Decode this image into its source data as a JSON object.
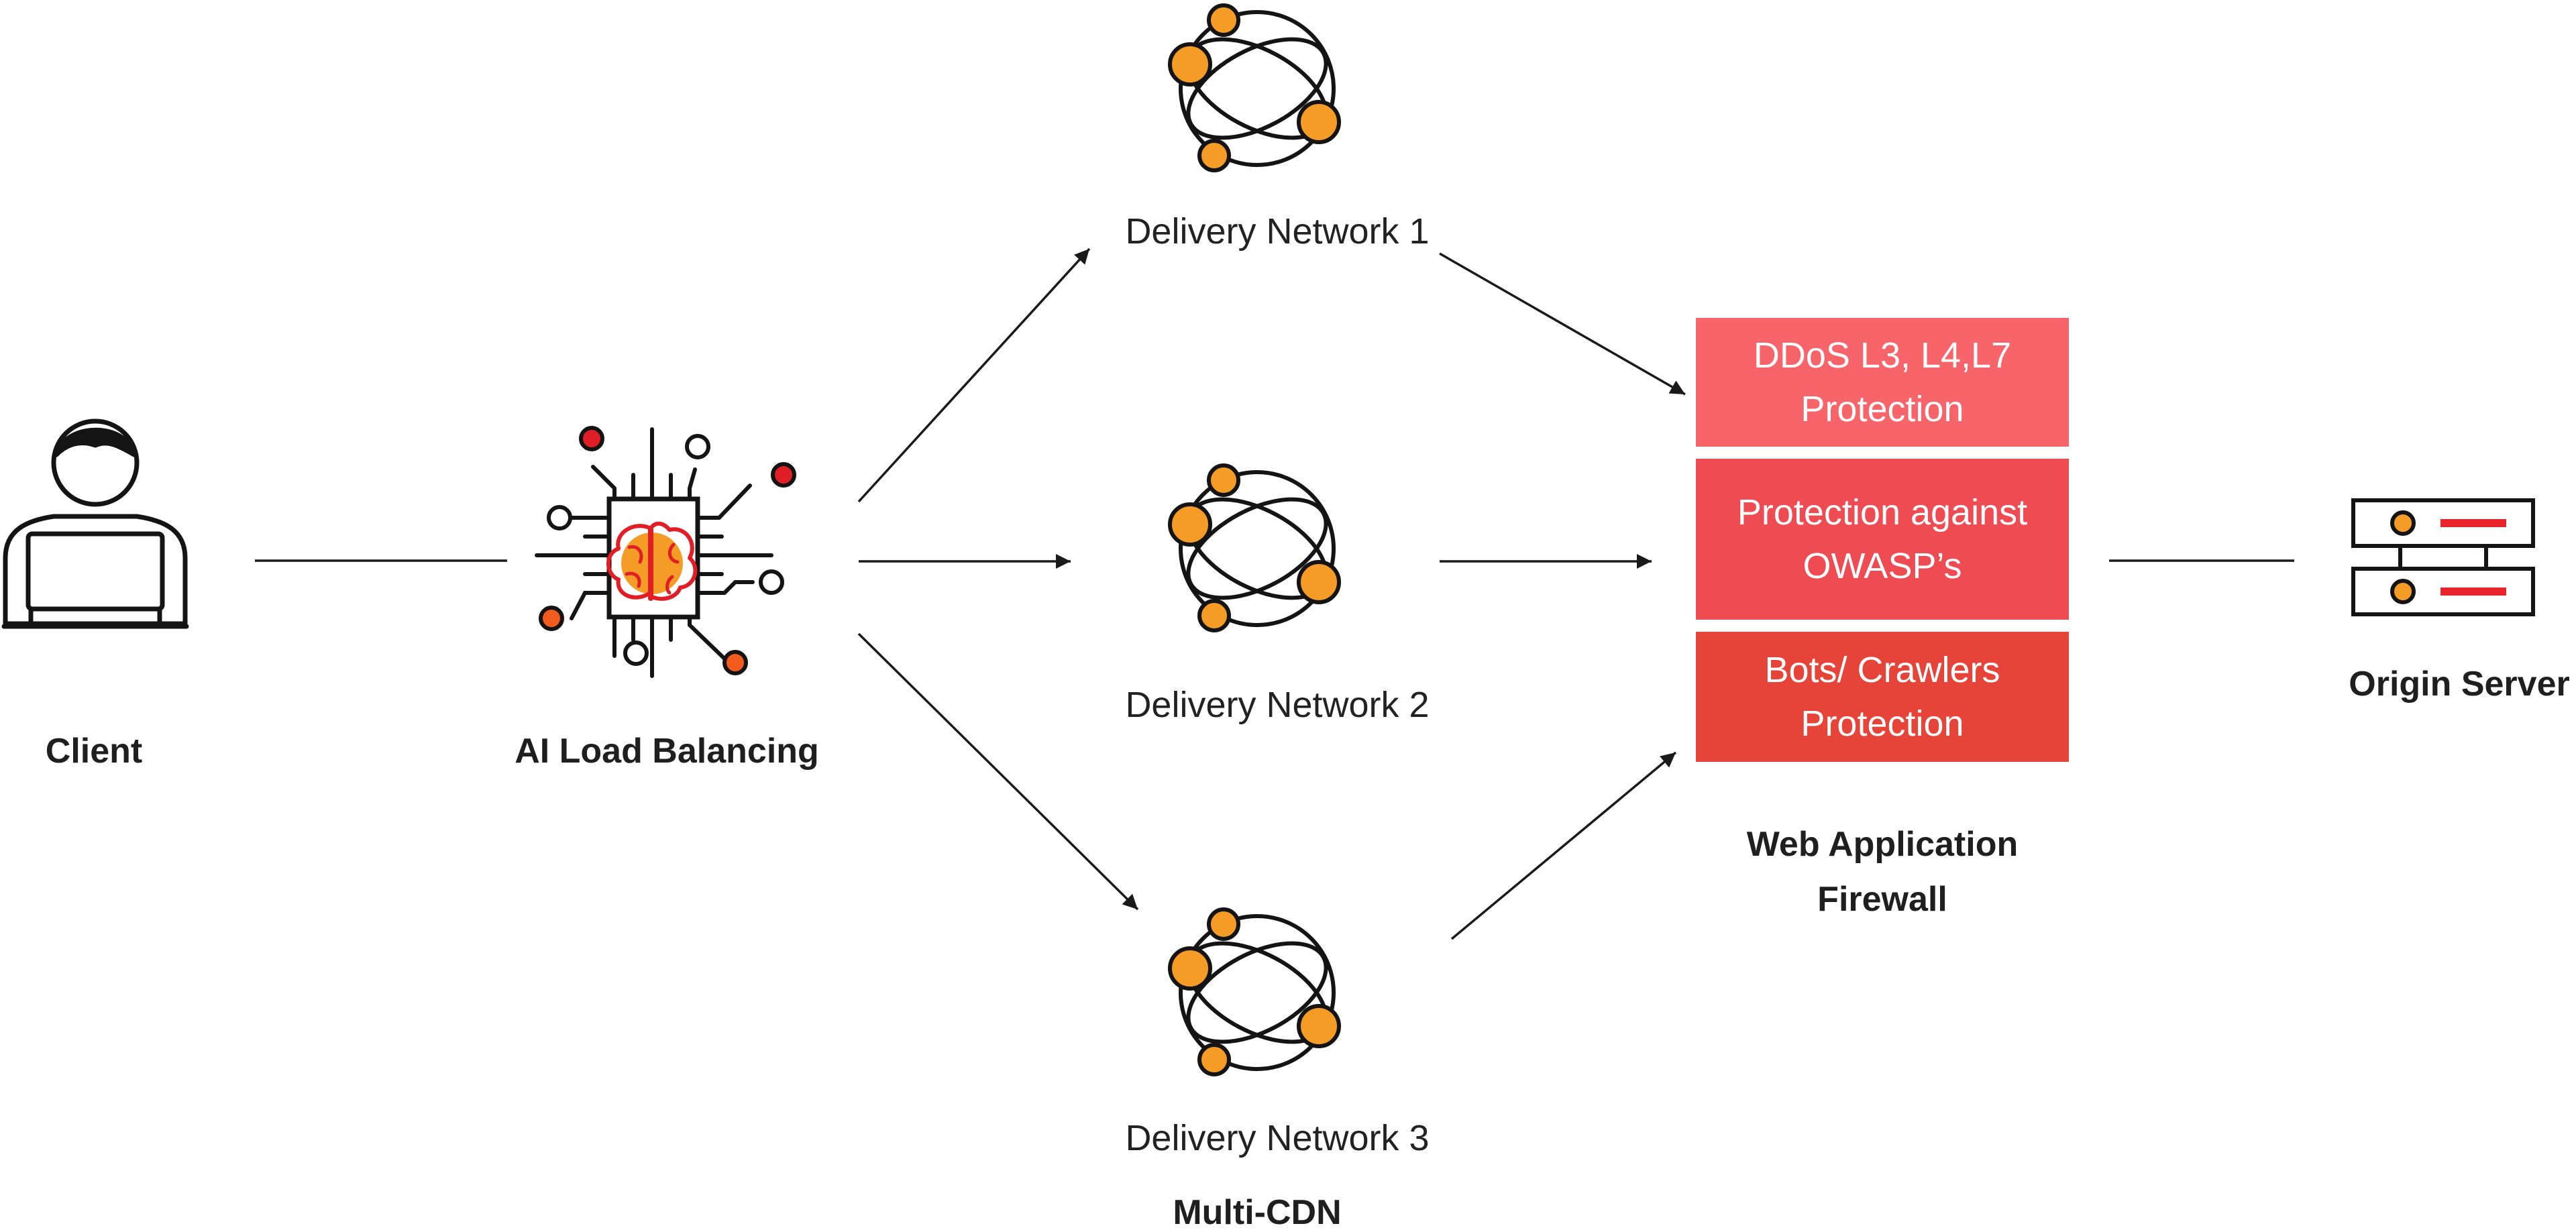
{
  "nodes": {
    "client": {
      "label": "Client",
      "icon": "laptop-user-icon"
    },
    "load_balancer": {
      "label": "AI Load Balancing",
      "icon": "ai-chip-brain-icon"
    },
    "network_1": {
      "label": "Delivery Network 1",
      "icon": "network-globe-icon"
    },
    "network_2": {
      "label": "Delivery Network 2",
      "icon": "network-globe-icon"
    },
    "network_3": {
      "label": "Delivery Network 3",
      "icon": "network-globe-icon"
    },
    "origin": {
      "label": "Origin Server",
      "icon": "server-rack-icon"
    }
  },
  "groups": {
    "multi_cdn": {
      "label": "Multi-CDN"
    },
    "waf": {
      "title_line1": "Web Application",
      "title_line2": "Firewall",
      "boxes": [
        {
          "line1": "DDoS L3, L4,L7",
          "line2": "Protection",
          "color": "#f7646a"
        },
        {
          "line1": "Protection against",
          "line2": "OWASP’s",
          "color": "#ee4b53"
        },
        {
          "line1": "Bots/ Crawlers",
          "line2": "Protection",
          "color": "#e64438"
        }
      ]
    }
  },
  "colors": {
    "node_orange": "#f59c26",
    "accent_red": "#e7252b",
    "chip_red": "#e01e26",
    "line": "#1a1a1a"
  }
}
